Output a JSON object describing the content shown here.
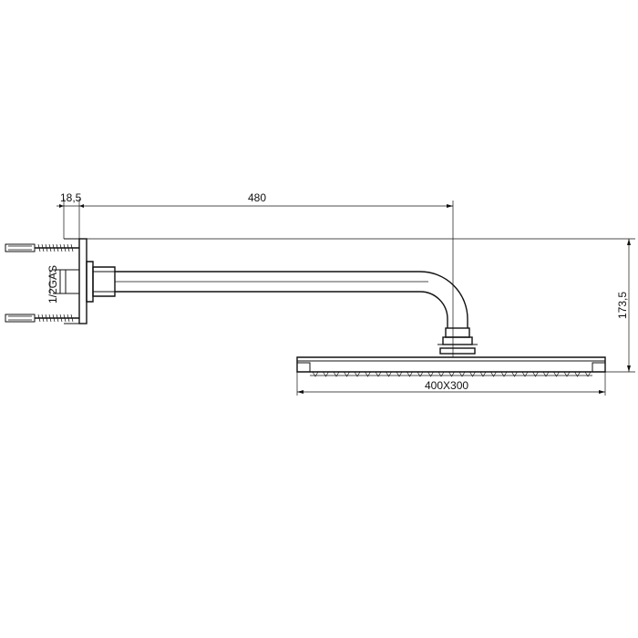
{
  "drawing": {
    "colors": {
      "line": "#111111",
      "background": "#ffffff"
    },
    "dimensions": {
      "wall_flange_depth": "18,5",
      "arm_length": "480",
      "head_size": "400X300",
      "drop_height": "173,5",
      "thread": "1/2GAS"
    }
  }
}
